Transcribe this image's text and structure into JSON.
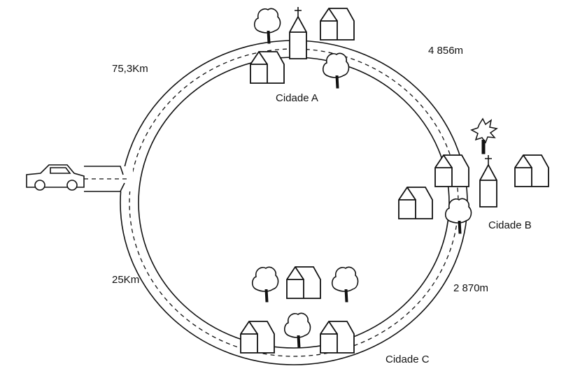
{
  "distances": {
    "car_to_a": "75,3Km",
    "a_to_b": "4 856m",
    "b_to_c": "2 870m",
    "c_to_car": "25Km"
  },
  "towns": {
    "a": "Cidade A",
    "b": "Cidade B",
    "c": "Cidade C"
  }
}
